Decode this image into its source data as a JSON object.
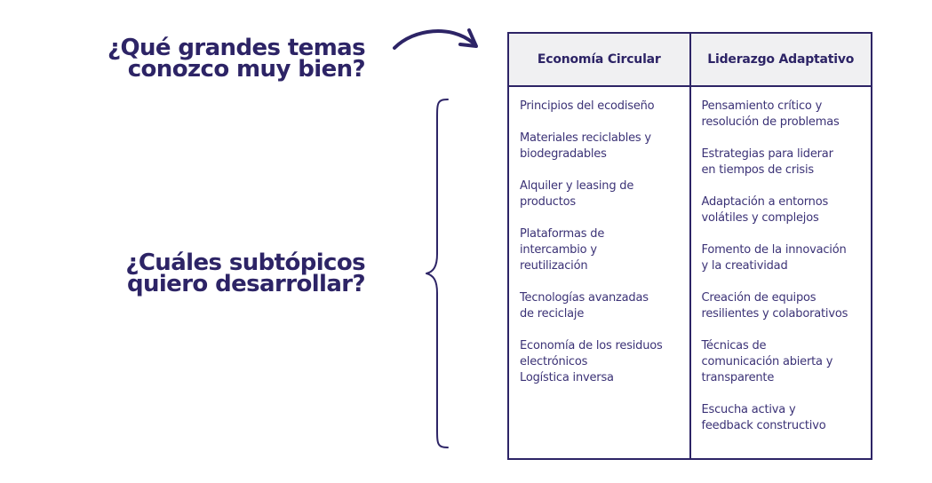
{
  "prompts": {
    "main_topics": "¿Qué grandes temas\nconozco muy bien?",
    "subtopics": "¿Cuáles subtópicos\nquiero desarrollar?"
  },
  "table": {
    "columns": [
      {
        "header": "Economía Circular",
        "items": [
          "Principios del ecodiseño",
          "Materiales reciclables y\nbiodegradables",
          "Alquiler y leasing de\nproductos",
          "Plataformas de\nintercambio y\nreutilización",
          "Tecnologías avanzadas\nde reciclaje",
          "Economía de los residuos\nelectrónicos\nLogística inversa"
        ]
      },
      {
        "header": "Liderazgo Adaptativo",
        "items": [
          "Pensamiento crítico y\nresolución de problemas",
          "Estrategias para liderar\nen tiempos de crisis",
          "Adaptación a entornos\nvolátiles y complejos",
          "Fomento de la innovación\ny la creatividad",
          "Creación de equipos\nresilientes y colaborativos",
          "Técnicas de\ncomunicación abierta y\ntransparente",
          "Escucha activa y\nfeedback constructivo"
        ]
      }
    ]
  },
  "colors": {
    "ink": "#2d2466",
    "header_bg": "#f0f0f2",
    "item_text": "#3b3276"
  },
  "icons": {
    "arrow": "curved-arrow-right-icon",
    "brace": "left-curly-brace-icon"
  }
}
